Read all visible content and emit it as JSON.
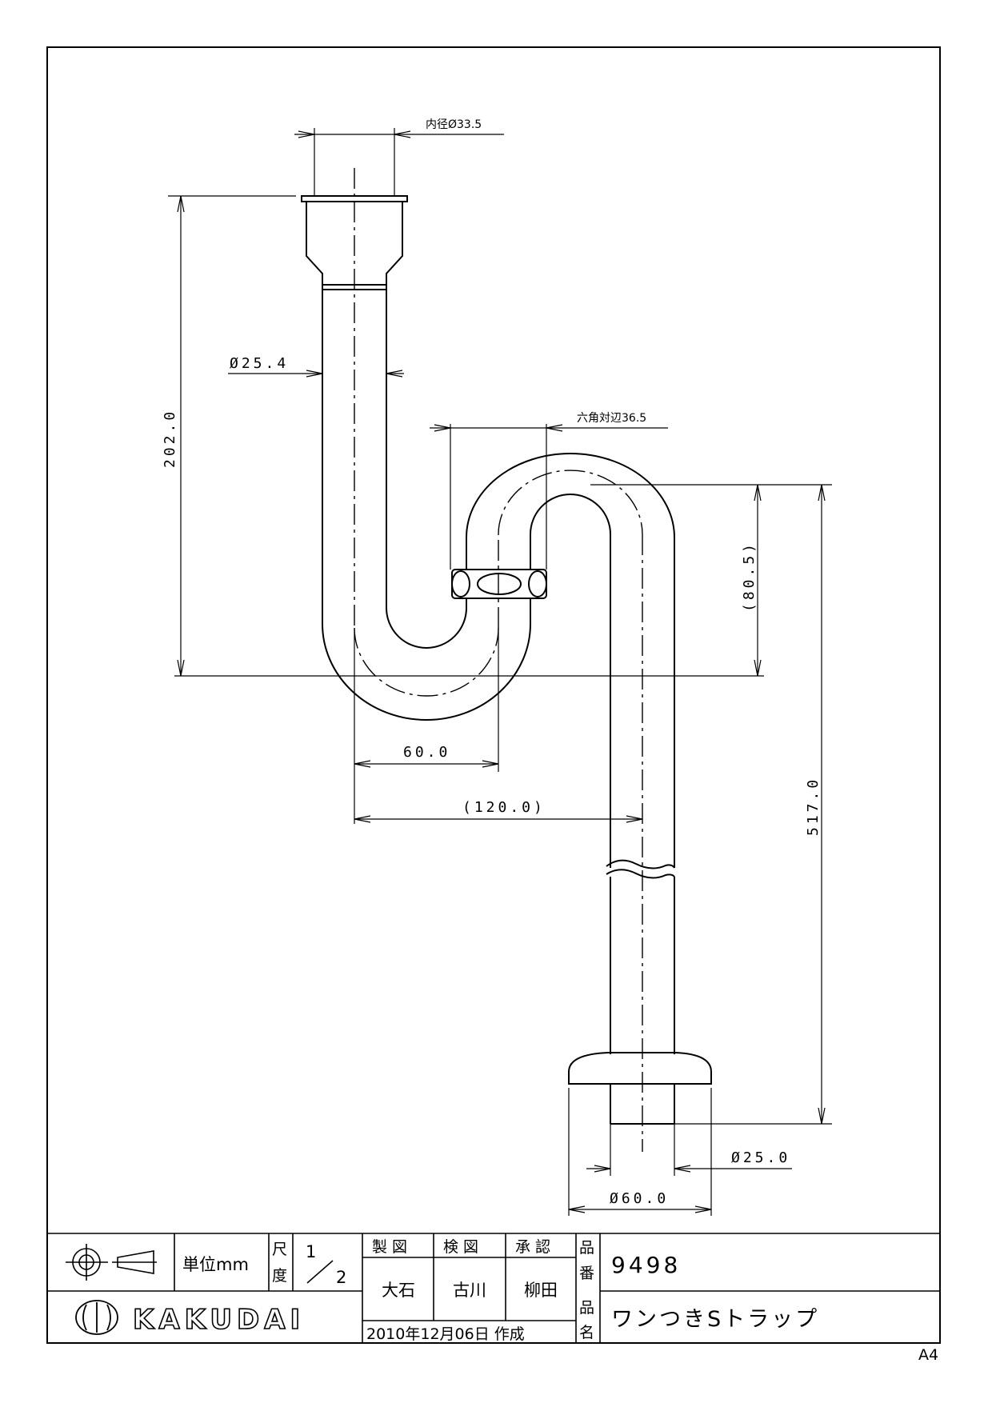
{
  "dimensions": {
    "inner_diameter": "内径Ø33.5",
    "pipe_diameter_top": "Ø25.4",
    "hex_across_flats": "六角対辺36.5",
    "height_202": "202.0",
    "height_80_5": "(80.5)",
    "height_517": "517.0",
    "width_60": "60.0",
    "width_120": "(120.0)",
    "pipe_diameter_bottom": "Ø25.0",
    "flange_diameter": "Ø60.0"
  },
  "title_block": {
    "unit_label": "単位mm",
    "scale_label_top": "尺",
    "scale_label_bottom": "度",
    "scale_numerator": "1",
    "scale_denominator": "2",
    "drawn_by_label": "製 図",
    "checked_by_label": "検 図",
    "approved_by_label": "承 認",
    "drawn_by": "大石",
    "checked_by": "古川",
    "approved_by": "柳田",
    "date_created": "2010年12月06日 作成",
    "part_number_label_top": "品",
    "part_number_label_bottom": "番",
    "part_number": "9498",
    "product_name_label_top": "品",
    "product_name_label_bottom": "名",
    "product_name": "ワンつきSトラップ",
    "brand": "KAKUDAI"
  },
  "paper_size": "A4"
}
